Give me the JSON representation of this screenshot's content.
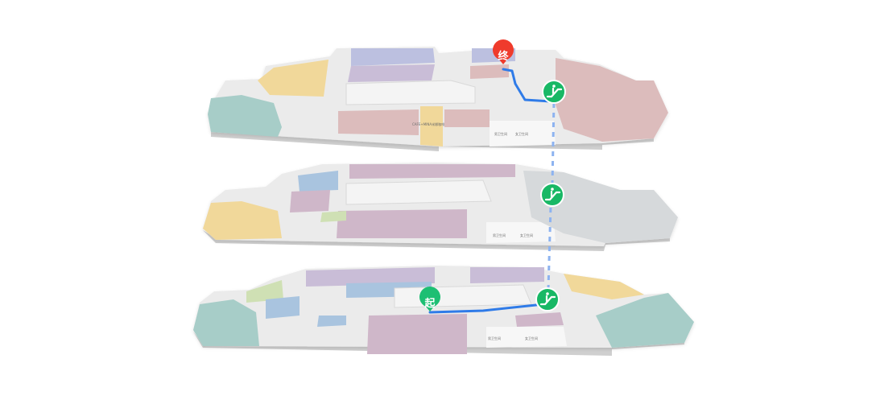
{
  "markers": {
    "start": {
      "label": "起",
      "color": "#1dbf73"
    },
    "end": {
      "label": "终",
      "color": "#ef3b2c"
    }
  },
  "route": {
    "color": "#2f7be8",
    "connector_color": "#8db3f0"
  },
  "escalator": {
    "icon": "escalator-icon",
    "color": "#18b865"
  },
  "labels": {
    "top_cafe": "CAFE+MINA米娜咖啡",
    "top_restroom_1": "男卫生间",
    "top_restroom_2": "女卫生间",
    "mid_restroom_1": "男卫生间",
    "mid_restroom_2": "女卫生间",
    "bottom_restroom_1": "男卫生间",
    "bottom_restroom_2": "女卫生间"
  },
  "colors": {
    "floor_base": "#ebebeb",
    "floor_edge": "#cfcfcf",
    "teal": "#a7cdc8",
    "yellow": "#f1d89a",
    "pink": "#dcbcbc",
    "purple": "#c9bdd7",
    "lavender": "#bcc0e0",
    "mauve": "#cfb7c9",
    "blue": "#a9c4df",
    "lightgreen": "#cfe0b4",
    "gray": "#d6d9db",
    "white": "#f7f7f7"
  }
}
